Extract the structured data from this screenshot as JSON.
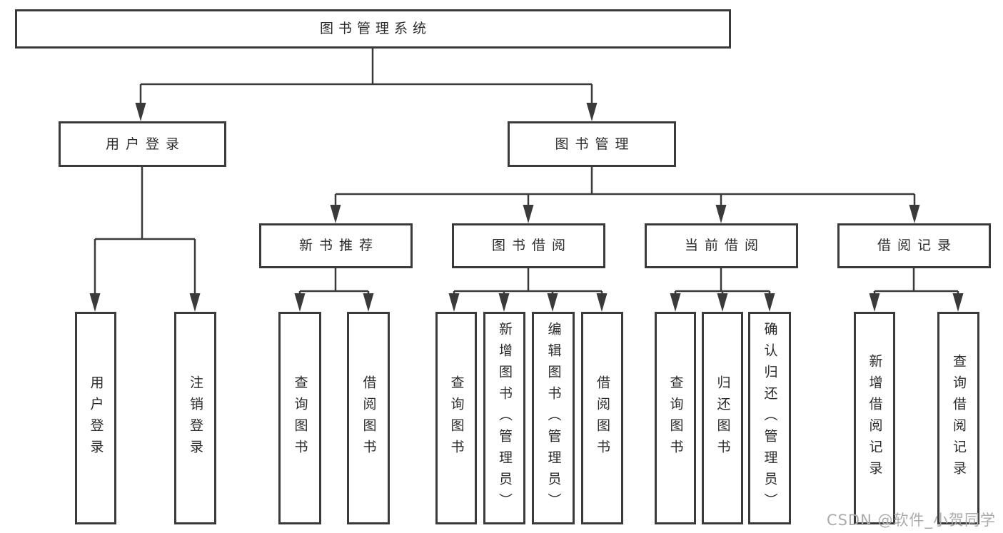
{
  "diagram": {
    "title_node": {
      "label": "图书管理系统"
    },
    "level2": [
      {
        "label": "用户登录"
      },
      {
        "label": "图书管理"
      }
    ],
    "level3": [
      {
        "label": "新书推荐",
        "parent": "图书管理"
      },
      {
        "label": "图书借阅",
        "parent": "图书管理"
      },
      {
        "label": "当前借阅",
        "parent": "图书管理"
      },
      {
        "label": "借阅记录",
        "parent": "图书管理"
      }
    ],
    "leaves": [
      {
        "label": "用户登录",
        "parent": "用户登录"
      },
      {
        "label": "注销登录",
        "parent": "用户登录"
      },
      {
        "label": "查询图书",
        "parent": "新书推荐"
      },
      {
        "label": "借阅图书",
        "parent": "新书推荐"
      },
      {
        "label": "查询图书",
        "parent": "图书借阅"
      },
      {
        "label": "新增图书（管理员）",
        "parent": "图书借阅"
      },
      {
        "label": "编辑图书（管理员）",
        "parent": "图书借阅"
      },
      {
        "label": "借阅图书",
        "parent": "图书借阅"
      },
      {
        "label": "查询图书",
        "parent": "当前借阅"
      },
      {
        "label": "归还图书",
        "parent": "当前借阅"
      },
      {
        "label": "确认归还（管理员）",
        "parent": "当前借阅"
      },
      {
        "label": "新增借阅记录",
        "parent": "借阅记录"
      },
      {
        "label": "查询借阅记录",
        "parent": "借阅记录"
      }
    ]
  },
  "watermark": {
    "text": "CSDN @软件_小贺同学"
  },
  "colors": {
    "line": "#3a3a3a",
    "node_border": "#3a3a3a",
    "text": "#2b2b2b",
    "background": "#ffffff",
    "watermark": "#ababab"
  }
}
